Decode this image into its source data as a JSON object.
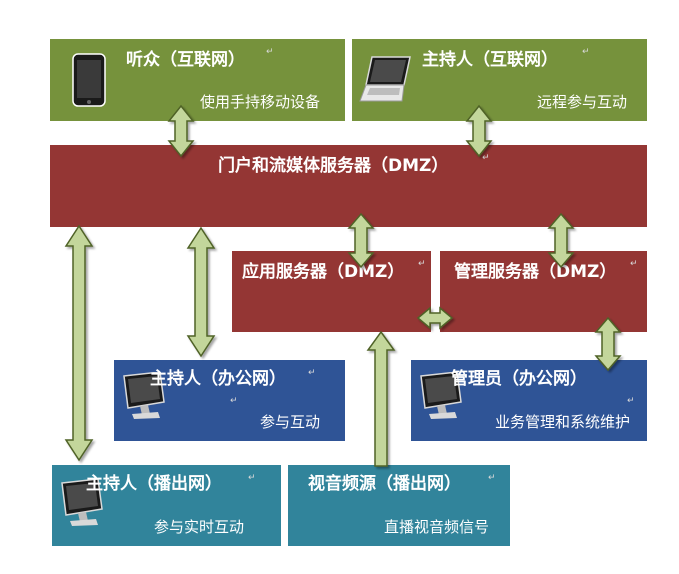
{
  "nodes": {
    "audience_internet": {
      "title": "听众（互联网）",
      "subtitle": "使用手持移动设备",
      "icon": "tablet-icon"
    },
    "host_internet": {
      "title": "主持人（互联网）",
      "subtitle": "远程参与互动",
      "icon": "laptop-icon"
    },
    "portal_server": {
      "title": "门户和流媒体服务器（DMZ）"
    },
    "app_server": {
      "title": "应用服务器（DMZ）"
    },
    "mgmt_server": {
      "title": "管理服务器（DMZ）"
    },
    "host_office": {
      "title": "主持人（办公网）",
      "subtitle": "参与互动",
      "icon": "monitor-icon"
    },
    "admin_office": {
      "title": "管理员（办公网）",
      "subtitle": "业务管理和系统维护",
      "icon": "monitor-icon"
    },
    "host_broadcast": {
      "title": "主持人（播出网）",
      "subtitle": "参与实时互动",
      "icon": "monitor-icon"
    },
    "av_source": {
      "title": "视音频源（播出网）",
      "subtitle": "直播视音频信号"
    }
  },
  "colors": {
    "internet_green": "#76923c",
    "dmz_red": "#943634",
    "office_blue": "#2f5496",
    "broadcast_teal": "#31849b",
    "arrow_fill": "#c3d69b",
    "arrow_stroke": "#4f6228"
  }
}
